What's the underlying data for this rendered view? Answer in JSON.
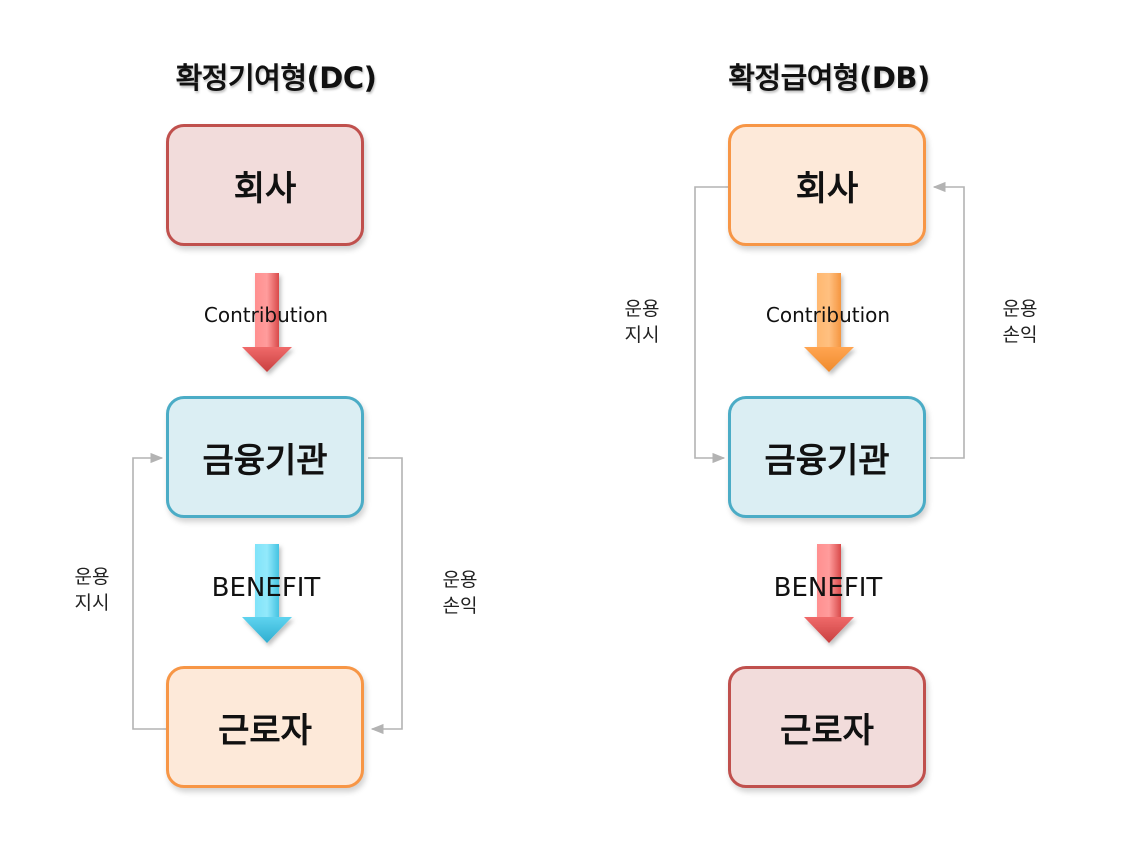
{
  "colors": {
    "red_fill": "#f2dcdb",
    "red_border": "#c0504d",
    "blue_fill": "#dbeef3",
    "blue_border": "#4bacc6",
    "orange_fill": "#fde9d9",
    "orange_border": "#f79646",
    "connector": "#b3b3b3"
  },
  "dc": {
    "title": "확정기여형(DC)",
    "company": "회사",
    "institution": "금융기관",
    "worker": "근로자",
    "contribution": "Contribution",
    "benefit": "BENEFIT",
    "left_label": {
      "line1": "운용",
      "line2": "지시"
    },
    "right_label": {
      "line1": "운용",
      "line2": "손익"
    }
  },
  "db": {
    "title": "확정급여형(DB)",
    "company": "회사",
    "institution": "금융기관",
    "worker": "근로자",
    "contribution": "Contribution",
    "benefit": "BENEFIT",
    "left_label": {
      "line1": "운용",
      "line2": "지시"
    },
    "right_label": {
      "line1": "운용",
      "line2": "손익"
    }
  }
}
